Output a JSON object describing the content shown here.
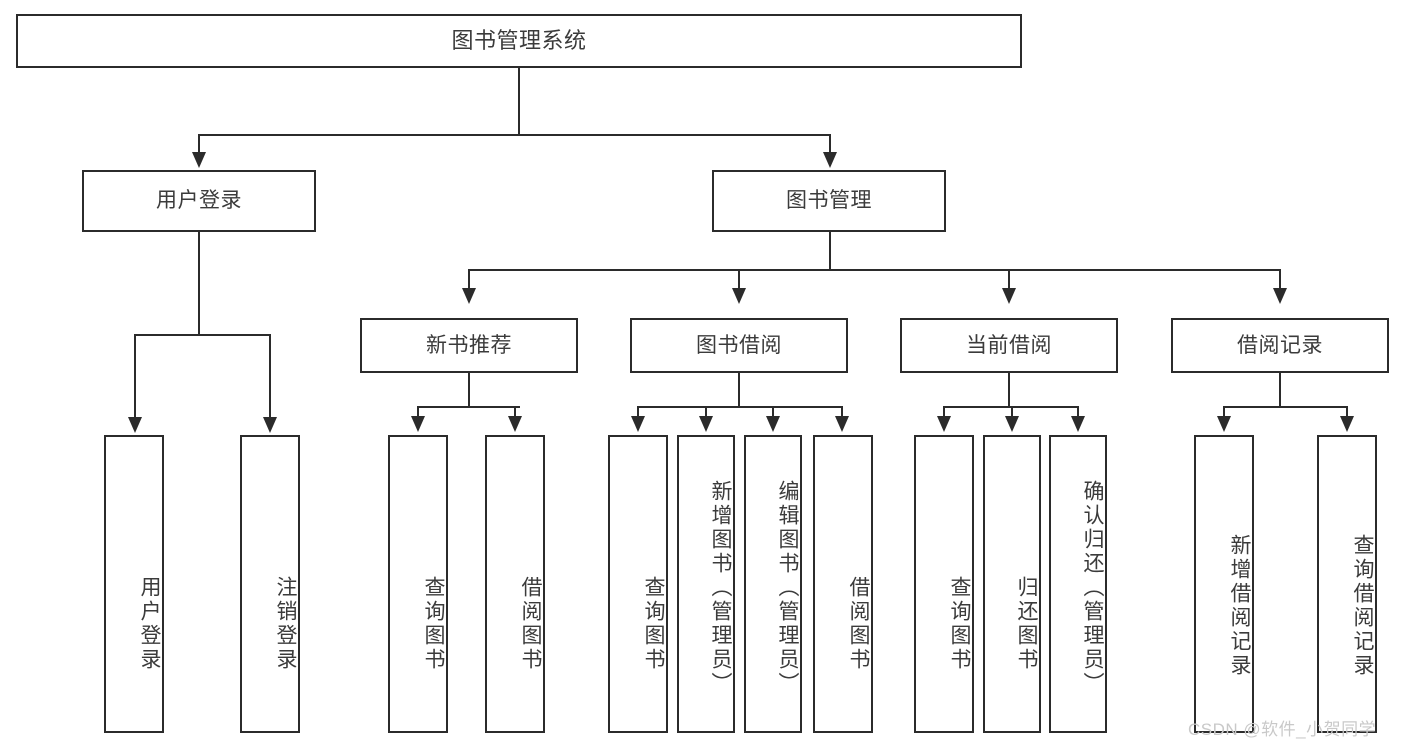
{
  "diagram": {
    "title": "图书管理系统",
    "type": "hierarchy-tree",
    "watermark": "CSDN @软件_小贺同学",
    "colors": {
      "stroke": "#2b2b2b",
      "text": "#3b3b3b",
      "background": "#ffffff",
      "watermark": "#c9c9c9"
    },
    "levels": {
      "level1": "图书管理系统",
      "level2": [
        "用户登录",
        "图书管理"
      ],
      "level3": [
        "新书推荐",
        "图书借阅",
        "当前借阅",
        "借阅记录"
      ]
    },
    "nodes": {
      "root": {
        "label": "图书管理系统"
      },
      "user_login": {
        "label": "用户登录"
      },
      "book_manage": {
        "label": "图书管理"
      },
      "new_book_rec": {
        "label": "新书推荐"
      },
      "book_borrow": {
        "label": "图书借阅"
      },
      "current_borrow": {
        "label": "当前借阅"
      },
      "borrow_record": {
        "label": "借阅记录"
      },
      "leaf_user_login": {
        "label": "用户登录"
      },
      "leaf_logout": {
        "label": "注销登录"
      },
      "leaf_query_book_a": {
        "label": "查询图书"
      },
      "leaf_borrow_book_a": {
        "label": "借阅图书"
      },
      "leaf_query_book_b": {
        "label": "查询图书"
      },
      "leaf_add_book": {
        "label": "新增图书（管理员）"
      },
      "leaf_edit_book": {
        "label": "编辑图书（管理员）"
      },
      "leaf_borrow_book_b": {
        "label": "借阅图书"
      },
      "leaf_query_book_c": {
        "label": "查询图书"
      },
      "leaf_return_book": {
        "label": "归还图书"
      },
      "leaf_confirm_return": {
        "label": "确认归还（管理员）"
      },
      "leaf_add_record": {
        "label": "新增借阅记录"
      },
      "leaf_query_record": {
        "label": "查询借阅记录"
      }
    }
  }
}
